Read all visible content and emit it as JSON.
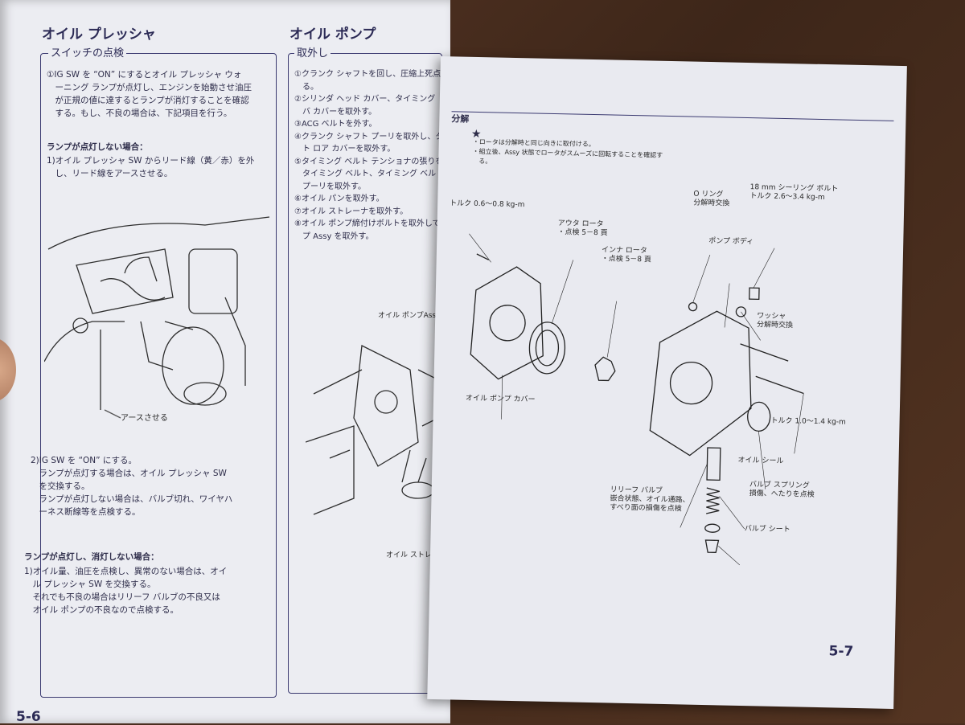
{
  "left_page": {
    "header1": "オイル プレッシャ",
    "header2": "オイル ポンプ",
    "switch_section": {
      "title": "スイッチの点検",
      "intro": "①IG SW を “ON” にするとオイル プレッシャ ウォ\n　ーニング ランプが点灯し、エンジンを始動させ油圧\n　が正規の値に達するとランプが消灯することを確認\n　する。もし、不良の場合は、下記項目を行う。",
      "case1_heading": "ランプが点灯しない場合：",
      "case1_text": "1)オイル プレッシャ SW からリード線（黄／赤）を外\n　し、リード線をアースさせる。",
      "ground_label": "アースさせる",
      "step2": "2)IG SW を “ON” にする。\n　ランプが点灯する場合は、オイル プレッシャ SW\n　を交換する。\n　ランプが点灯しない場合は、バルブ切れ、ワイヤハ\n　ーネス断線等を点検する。",
      "case2_heading": "ランプが点灯し、消灯しない場合：",
      "case2_text": "1)オイル量、油圧を点検し、異常のない場合は、オイ\n　ル プレッシャ SW を交換する。\n　それでも不良の場合はリリーフ バルブの不良又は\n　オイル ポンプの不良なので点検する。"
    },
    "removal_section": {
      "title": "取外し",
      "steps": "①クランク シャフトを回し、圧縮上死点に\n　る。\n②シリンダ ヘッド カバー、タイミング\n　バ カバーを取外す。\n③ACG ベルトを外す。\n④クランク シャフト プーリを取外し、タイミ\n　ト ロア カバーを取外す。\n⑤タイミング ベルト テンショナの張りを\n　タイミング ベルト、タイミング ベルト\n　プーリを取外す。\n⑥オイル パンを取外す。\n⑦オイル ストレーナを取外す。\n⑧オイル ポンプ締付けボルトを取外して、\n　プ Assy を取外す。",
      "label_pump_assy": "オイル ポンプAssy",
      "label_strainer": "オイル ストレーナ"
    },
    "page_number": "5-6"
  },
  "right_page": {
    "section_title": "分解",
    "note_mark": "★",
    "notes": "・ロータは分解時と同じ向きに取付ける。\n・組立後、Assy 状態でロータがスムーズに回転することを確認す\n　る。",
    "labels": {
      "torque1": "トルク 0.6〜0.8 kg-m",
      "outer_rotor": "アウタ ロータ\n・点検 5－8 頁",
      "inner_rotor": "インナ ロータ\n・点検 5－8 頁",
      "o_ring": "O リング\n分解時交換",
      "sealing_bolt": "18 mm シーリング ボルト\nトルク 2.6〜3.4 kg-m",
      "pump_body": "ポンプ ボディ",
      "washer": "ワッシャ\n分解時交換",
      "cover": "オイル ポンプ カバー",
      "torque2": "トルク 1.0〜1.4 kg-m",
      "oil_seal": "オイル シール",
      "relief_valve": "リリーフ バルブ\n嵌合状態、オイル通路、\nすべり面の損傷を点検",
      "valve_spring": "バルブ スプリング\n損傷、へたりを点検",
      "valve_seat": "バルブ シート"
    },
    "page_number": "5-7"
  },
  "colors": {
    "ink": "#2b2a55",
    "paper": "#ecedf2",
    "wood": "#4a2e1f"
  }
}
